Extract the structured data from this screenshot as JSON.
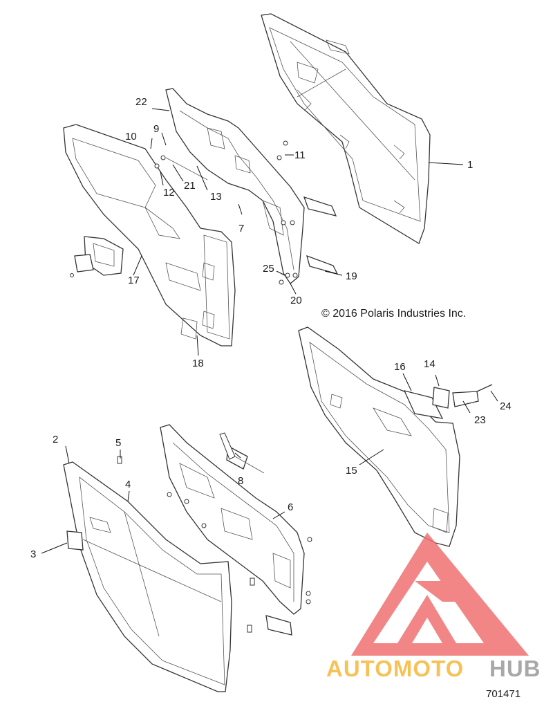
{
  "diagram": {
    "callouts": [
      "1",
      "2",
      "3",
      "4",
      "5",
      "6",
      "7",
      "8",
      "9",
      "10",
      "11",
      "12",
      "13",
      "14",
      "15",
      "16",
      "17",
      "18",
      "19",
      "20",
      "21",
      "22",
      "23",
      "24",
      "25"
    ],
    "copyright": "© 2016 Polaris Industries Inc.",
    "figure_number": "701471"
  },
  "watermark": {
    "text_part1": "AUTOMOTO",
    "text_part2": "HUB",
    "colors": {
      "logo": "#f07070",
      "text_part1": "#f5b83c",
      "text_part2": "#9a9a9a"
    }
  }
}
